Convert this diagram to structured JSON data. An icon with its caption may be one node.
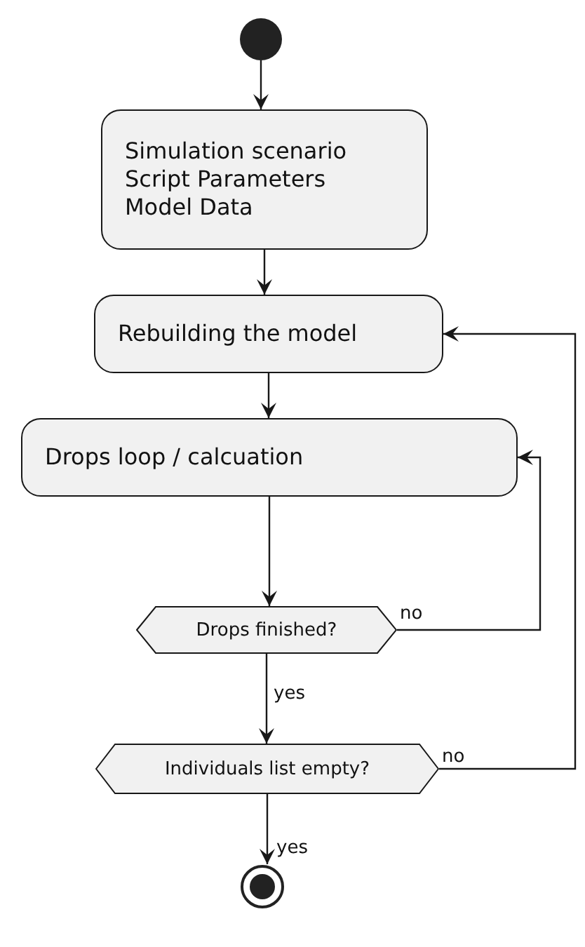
{
  "diagram": {
    "nodes": [
      {
        "text": [],
        "shape": "circle"
      },
      {
        "text": [
          "Simulation scenario Script Parameters Model Data"
        ]
      },
      {
        "text": [
          "Rebuilding the model"
        ]
      },
      {
        "text": [
          "Drops loop / calcuation"
        ]
      },
      {
        "text": [
          "Drops finished?"
        ]
      },
      {
        "text": [
          "Individuals list empty?"
        ]
      },
      {
        "text": [],
        "shape": "circle"
      }
    ],
    "edges": [
      {
        "from": 0,
        "to": 1,
        "arrow": "to"
      },
      {
        "from": 1,
        "to": 2,
        "arrow": "to"
      },
      {
        "from": 2,
        "to": 3,
        "arrow": "to"
      },
      {
        "from": 3,
        "to": 4,
        "arrow": "to"
      },
      {
        "from": 4,
        "to": 3,
        "arrow": "to",
        "label": "no"
      },
      {
        "from": 4,
        "to": 5,
        "arrow": "to",
        "label": "yes"
      },
      {
        "from": 5,
        "to": 2,
        "arrow": "to",
        "label": "no"
      },
      {
        "from": 5,
        "to": 6,
        "arrow": "to",
        "label": "yes"
      }
    ]
  }
}
